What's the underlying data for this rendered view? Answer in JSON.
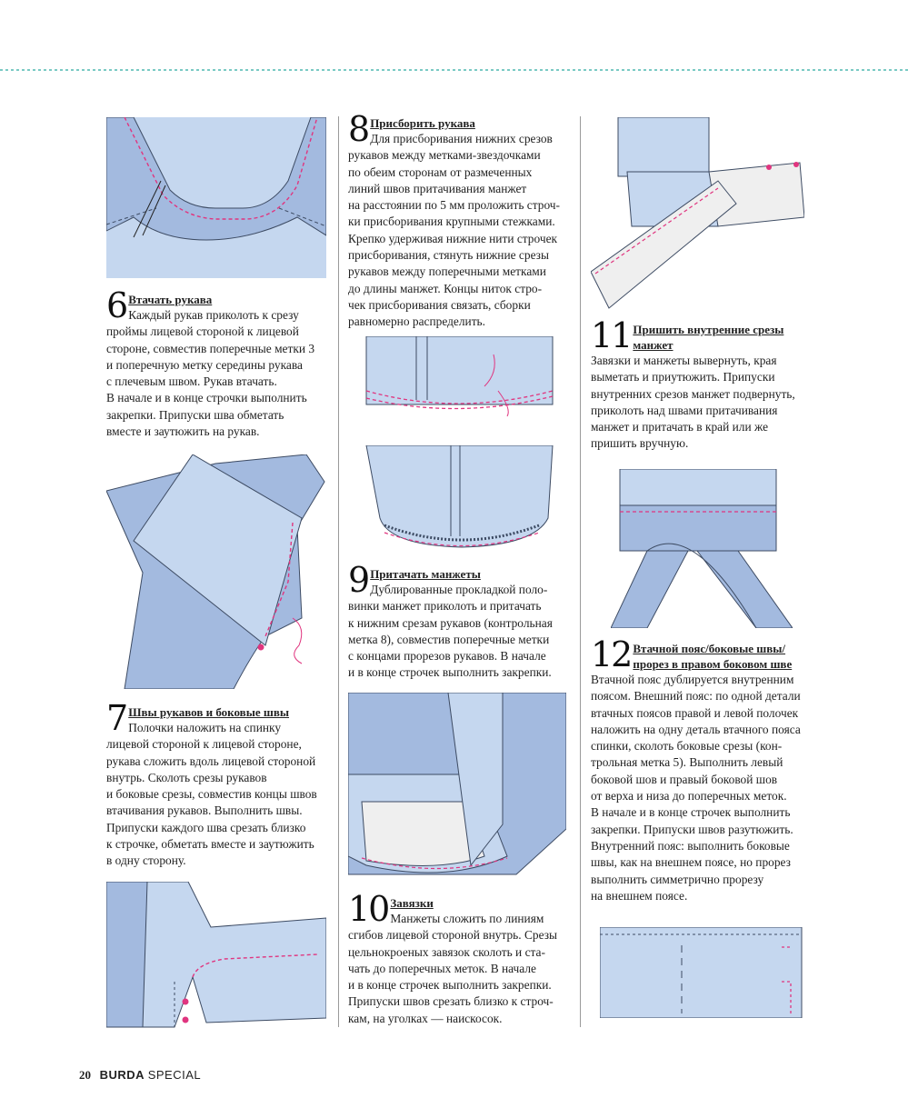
{
  "colors": {
    "fabric_light": "#c5d7ef",
    "fabric_dark": "#a3badf",
    "stitch": "#e0357f",
    "outline": "#3d4b63",
    "accent_line": "#4fb8b0"
  },
  "steps": [
    {
      "num": "6",
      "title": "Втачать рукава",
      "body": "Каждый рукав приколоть к срезу\nпроймы лицевой стороной к лицевой\nстороне, совместив поперечные метки 3\nи поперечную метку середины рукава\nс плечевым швом. Рукав втачать.\nВ начале и в конце строчки выполнить\nзакрепки. Припуски шва обметать\nвместе и заутюжить на рукав."
    },
    {
      "num": "7",
      "title": "Швы рукавов и боковые швы",
      "body": "Полочки наложить на спинку\nлицевой стороной к лицевой стороне,\nрукава сложить вдоль лицевой стороной\nвнутрь. Сколоть срезы рукавов\nи боковые срезы, совместив концы швов\nвтачивания рукавов. Выполнить швы.\nПрипуски каждого шва срезать близко\nк строчке, обметать вместе и заутюжить\nв одну сторону."
    },
    {
      "num": "8",
      "title": "Присборить рукава",
      "body": "Для присборивания нижних срезов\nрукавов между метками-звездочками\nпо обеим сторонам от размеченных\nлиний швов притачивания манжет\nна расстоянии по 5 мм проложить строч-\nки присборивания крупными стежками.\nКрепко удерживая нижние нити строчек\nприсборивания, стянуть нижние срезы\nрукавов между поперечными метками\nдо длины манжет. Концы ниток стро-\nчек присборивания связать, сборки\nравномерно распределить."
    },
    {
      "num": "9",
      "title": "Притачать манжеты",
      "body": "Дублированные прокладкой поло-\nвинки манжет приколоть и притачать\nк нижним срезам рукавов (контрольная\nметка 8), совместив поперечные метки\nс концами прорезов рукавов. В начале\nи в конце строчек выполнить закрепки."
    },
    {
      "num": "10",
      "title": "Завязки",
      "body": "Манжеты сложить по линиям\nсгибов лицевой стороной внутрь. Срезы\nцельнокроеных завязок сколоть и ста-\nчать до поперечных меток. В начале\nи в конце строчек выполнить закрепки.\nПрипуски швов срезать близко к строч-\nкам, на уголках — наискосок."
    },
    {
      "num": "11",
      "title": "Пришить внутренние срезы манжет",
      "body": "Завязки и манжеты вывернуть, края\nвыметать и приутюжить. Припуски\nвнутренних срезов манжет подвернуть,\nприколоть над швами притачивания\nманжет и притачать в край или же\nпришить вручную."
    },
    {
      "num": "12",
      "title": "Втачной пояс/боковые швы/ прорез в правом боковом шве",
      "body": "Втачной пояс дублируется внутренним\nпоясом. Внешний пояс: по одной детали\nвтачных поясов правой и левой полочек\nналожить на одну деталь втачного пояса\nспинки, сколоть боковые срезы (кон-\nтрольная метка 5). Выполнить левый\nбоковой шов и правый боковой шов\nот верха и низа до поперечных меток.\nВ начале и в конце строчек выполнить\nзакрепки. Припуски швов разутюжить.\nВнутренний пояс: выполнить боковые\nшвы, как на внешнем поясе, но прорез\nвыполнить симметрично прорезу\nна внешнем поясе."
    }
  ],
  "footer": {
    "page": "20",
    "brand": "BURDA",
    "sub": "SPECIAL"
  }
}
